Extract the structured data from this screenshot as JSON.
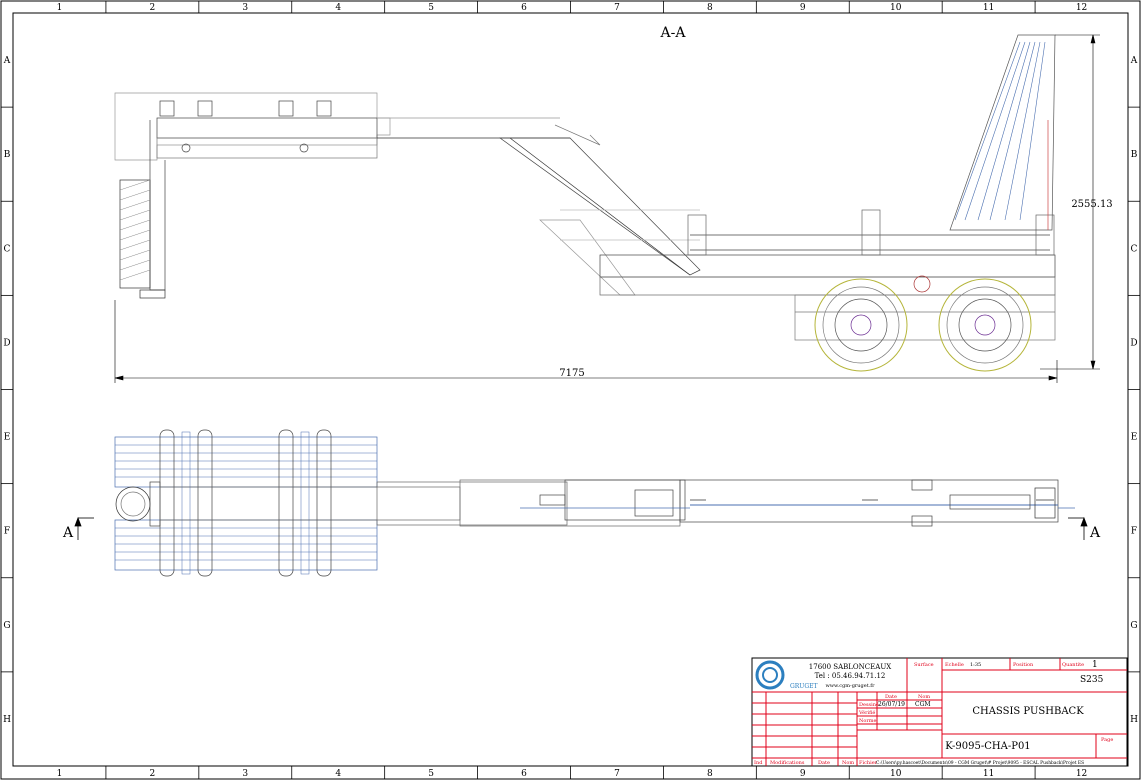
{
  "frame": {
    "columns": [
      "1",
      "2",
      "3",
      "4",
      "5",
      "6",
      "7",
      "8",
      "9",
      "10",
      "11",
      "12"
    ],
    "rows": [
      "A",
      "B",
      "C",
      "D",
      "E",
      "F",
      "G",
      "H"
    ]
  },
  "section_view": {
    "title": "A-A",
    "dim_length": "7175",
    "dim_height": "2555.13"
  },
  "section_marker": {
    "left_label": "A",
    "right_label": "A"
  },
  "title_block": {
    "company_logo_text": "GRUGET",
    "address_city": "17600 SABLONCEAUX",
    "phone": "Tel : 05.46.94.71.12",
    "website": "www.cgm-gruget.fr",
    "surface_label": "Surface",
    "echelle_label": "Echelle",
    "echelle_value": "1:35",
    "position_label": "Position",
    "quantite_label": "Quantite",
    "quantite_value": "1",
    "material": "S235",
    "date_header": "Date",
    "nom_header": "Nom",
    "dessine_label": "Dessiné",
    "verifie_label": "Vérifié",
    "norme_label": "Norme",
    "drawn_date": "26/07/19",
    "drawn_by": "CGM",
    "drawing_title": "CHASSIS PUSHBACK",
    "part_number": "K-9095-CHA-P01",
    "page_label": "Page",
    "ind_label": "Ind",
    "modifications_label": "Modifications",
    "date_label": "Date",
    "nom_label": "Nom",
    "fichier_label": "Fichier",
    "file_path": "C:\\Users\\py.hascoet\\Documents\\09 - CGM Gruget\\# Projet\\9095 - ESCAL Pushback\\Projet ES"
  },
  "colors": {
    "line": "#000000",
    "title_block_red": "#e0001a",
    "logo_blue": "#2c7fbf",
    "wheel_green": "#b5b53a",
    "hub_purple": "#6a2c91",
    "tube_blue": "#4a6fb0"
  }
}
